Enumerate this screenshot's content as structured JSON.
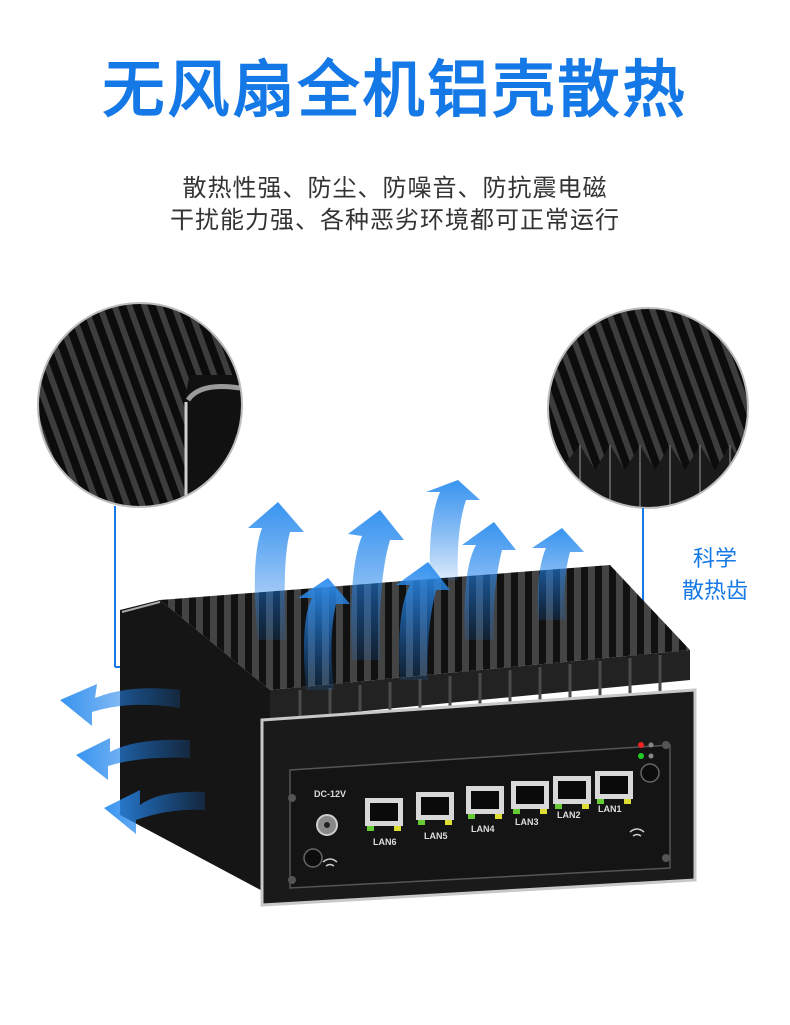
{
  "headline": "无风扇全机铝壳散热",
  "subline1": "散热性强、防尘、防噪音、防抗震电磁",
  "subline2": "干扰能力强、各种恶劣环境都可正常运行",
  "callout_right_line1": "科学",
  "callout_right_line2": "散热齿",
  "front_panel": {
    "power_label": "DC-12V",
    "ports": [
      "LAN6",
      "LAN5",
      "LAN4",
      "LAN3",
      "LAN2",
      "LAN1"
    ]
  },
  "colors": {
    "accent": "#1478e6",
    "body": "#1b1b1b",
    "text": "#333333"
  }
}
